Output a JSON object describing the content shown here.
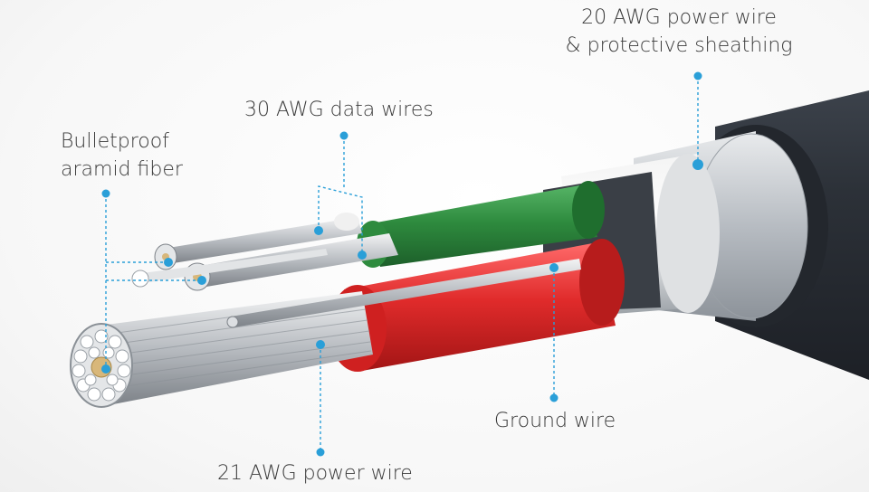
{
  "labels": {
    "power20_line1": "20 AWG power wire",
    "power20_line2": "& protective sheathing",
    "data_wires": "30 AWG data wires",
    "aramid_line1": "Bulletproof",
    "aramid_line2": "aramid fiber",
    "ground_wire": "Ground wire",
    "power21": "21 AWG power wire"
  },
  "colors": {
    "callout": "#2a9fd8",
    "jacket": "#2b2f36",
    "green_insulation": "#2e8b3e",
    "red_insulation": "#e02b2b",
    "silver": "#c9ccd0"
  }
}
